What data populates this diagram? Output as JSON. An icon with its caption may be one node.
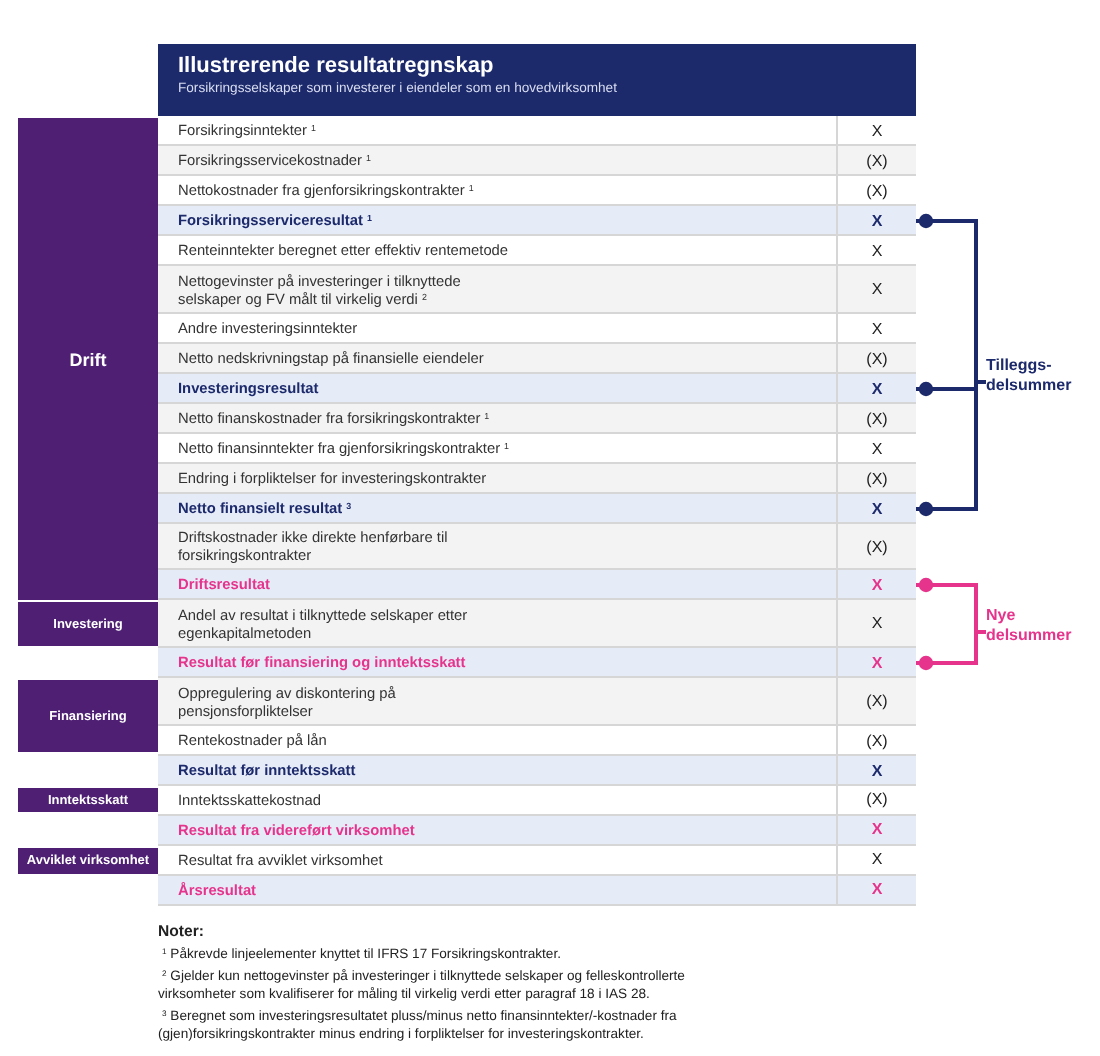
{
  "diagram": {
    "nodes": [
      {
        "text": [
          "Illustrerende resultatregnskap",
          "Forsikringsselskaper som investerer i eiendeler som en hovedvirksomhet"
        ]
      },
      {
        "text": [
          "Drift"
        ]
      },
      {
        "text": [
          "Forsikringsinntekter$^{1}$",
          "X"
        ]
      },
      {
        "text": [
          "Forsikringsservicekostnader$^{1}$",
          "(X)"
        ]
      },
      {
        "text": [
          "Nettokostnader fra gjenforsikringskontrakter$^{1}$",
          "(X)"
        ]
      },
      {
        "text": [
          "Forsikringsserviceresultat$^{1}$",
          "X"
        ]
      },
      {
        "text": [
          "Renteinntekter beregnet etter effektiv rentemetode",
          "X"
        ]
      },
      {
        "text": [
          "Nettogevinster på investeringer i tilknyttede selskaper og FV målt til virkelig verdi$^{2}$",
          "X"
        ]
      },
      {
        "text": [
          "Andre investeringsinntekter",
          "X"
        ]
      },
      {
        "text": [
          "Netto nedskrivningstap på finansielle eiendeler",
          "(X)"
        ]
      },
      {
        "text": [
          "Investeringsresultat",
          "X"
        ]
      },
      {
        "text": [
          "Netto finanskostnader fra forsikringskontrakter$^{1}$",
          "(X)"
        ]
      },
      {
        "text": [
          "Netto finansinntekter fra gjenforsikringskontrakter$^{1}$",
          "X"
        ]
      },
      {
        "text": [
          "Endring i forpliktelser for investeringskontrakter",
          "(X)"
        ]
      },
      {
        "text": [
          "Netto finansielt resultat$^{3}$",
          "X"
        ]
      },
      {
        "text": [
          "Driftskostnader ikke direkte henførbare til forsikringskontrakter",
          "(X)"
        ]
      },
      {
        "text": [
          "Driftsresultat",
          "X"
        ]
      },
      {
        "text": [
          "Investering"
        ]
      },
      {
        "text": [
          "Andel av resultat i tilknyttede selskaper etter egenkapitalmetoden",
          "X"
        ]
      },
      {
        "text": [
          "Resultat før finansiering og inntektsskatt",
          "X"
        ]
      },
      {
        "text": [
          "Finansiering"
        ]
      },
      {
        "text": [
          "Oppregulering av diskontering på pensjonsforpliktelser",
          "(X)"
        ]
      },
      {
        "text": [
          "Rentekostnader på lån",
          "(X)"
        ]
      },
      {
        "text": [
          "Resultat før inntektsskatt",
          "X"
        ]
      },
      {
        "text": [
          "Inntektsskatt"
        ]
      },
      {
        "text": [
          "Inntektsskattekostnad",
          "(X)"
        ]
      },
      {
        "text": [
          "Resultat fra videreført virksomhet",
          "X"
        ]
      },
      {
        "text": [
          "Avviklet virksomhet"
        ]
      },
      {
        "text": [
          "Resultat fra avviklet virksomhet",
          "X"
        ]
      },
      {
        "text": [
          "Årsresultat",
          "X"
        ]
      },
      {
        "text": [
          "Tilleggs-delsummer"
        ]
      },
      {
        "text": [
          "Nye delsummer"
        ]
      }
    ],
    "edges": [
      {
        "from": 30,
        "to": 5,
        "arrow": "other"
      },
      {
        "from": 30,
        "to": 10,
        "arrow": "other"
      },
      {
        "from": 30,
        "to": 14,
        "arrow": "other"
      },
      {
        "from": 31,
        "to": 16,
        "arrow": "other",
        "color": "#e6338c"
      },
      {
        "from": 31,
        "to": 19,
        "arrow": "other",
        "color": "#e6338c"
      }
    ],
    "labels": [
      "Noter:",
      "$^{1}$ Påkrevde linjeelementer knyttet til IFRS 17 Forsikringskontrakter.",
      "$^{2}$ Gjelder kun nettogevinster på investeringer i tilknyttede selskaper og felleskontrollerte virksomheter som kvalifiserer for måling til virkelig verdi etter paragraf 18 i IAS 28.",
      "$^{3}$ Beregnet som investeringsresultatet pluss/minus netto finansinntekter/-kostnader fra (gjen)forsikringskontrakter minus endring i forpliktelser for investeringskontrakter."
    ]
  }
}
